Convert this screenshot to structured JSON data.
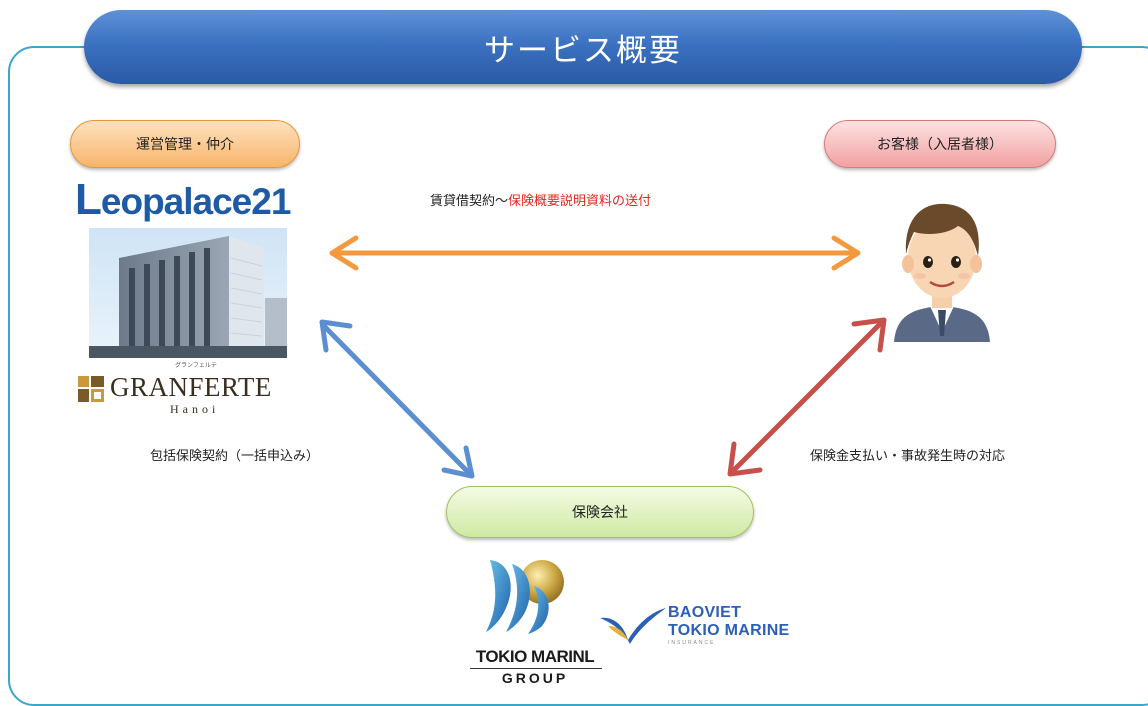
{
  "title": "サービス概要",
  "nodes": {
    "management": "運営管理・仲介",
    "customer": "お客様（入居者様）",
    "insurer": "保険会社"
  },
  "edges": {
    "top_label_prefix": "賃貸借契約～",
    "top_label_highlight": "保険概要説明資料の送付",
    "left_label": "包括保険契約（一括申込み）",
    "right_label": "保険金支払い・事故発生時の対応"
  },
  "logos": {
    "leopalace_initial": "L",
    "leopalace_rest": "eopalace21",
    "building_caption": "グランフェルテ",
    "granferte": "GRANFERTE",
    "granferte_sub": "Hanoi",
    "tokio_marine_line1": "TOKIO MARINL",
    "tokio_marine_line2": "GROUP",
    "baoviet_line1": "BAOVIET",
    "baoviet_line2": "TOKIO MARINE",
    "baoviet_line3": "INSURANCE"
  },
  "colors": {
    "frame": "#3aa7c8",
    "banner": "#3b72c1",
    "arrow_orange": "#f39a3e",
    "arrow_blue": "#5b8fd1",
    "arrow_red": "#c8504b",
    "highlight_text": "#e0281e"
  }
}
